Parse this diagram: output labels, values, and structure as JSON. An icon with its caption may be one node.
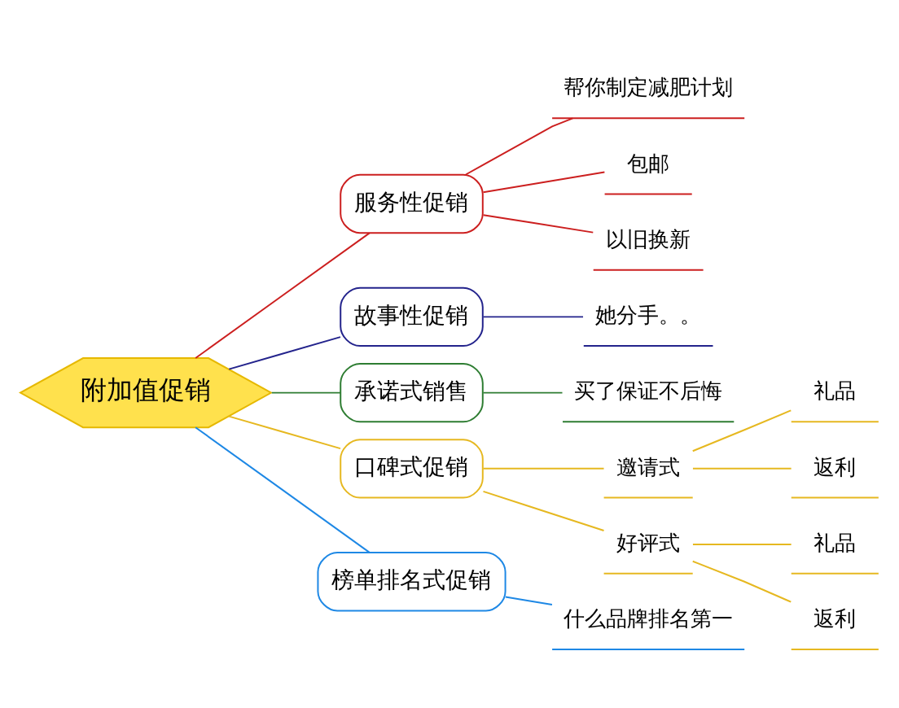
{
  "diagram": {
    "nodes": [
      {
        "text": [
          "附加值促销"
        ]
      },
      {
        "text": [
          "服务性促销"
        ]
      },
      {
        "text": [
          "帮你制定减肥计划"
        ]
      },
      {
        "text": [
          "包邮"
        ]
      },
      {
        "text": [
          "以旧换新"
        ]
      },
      {
        "text": [
          "故事性促销"
        ]
      },
      {
        "text": [
          "她分手。。"
        ]
      },
      {
        "text": [
          "承诺式销售"
        ]
      },
      {
        "text": [
          "买了保证不后悔"
        ]
      },
      {
        "text": [
          "口碑式促销"
        ]
      },
      {
        "text": [
          "邀请式"
        ]
      },
      {
        "text": [
          "礼品"
        ]
      },
      {
        "text": [
          "返利"
        ]
      },
      {
        "text": [
          "好评式"
        ]
      },
      {
        "text": [
          "礼品"
        ]
      },
      {
        "text": [
          "返利"
        ]
      },
      {
        "text": [
          "榜单排名式促销"
        ]
      },
      {
        "text": [
          "什么品牌排名第一"
        ]
      }
    ],
    "edges": [
      {
        "from": 0,
        "to": 1,
        "arrow": "none",
        "color": "#cc1f1f"
      },
      {
        "from": 1,
        "to": 2,
        "arrow": "none",
        "color": "#cc1f1f"
      },
      {
        "from": 1,
        "to": 3,
        "arrow": "none",
        "color": "#cc1f1f"
      },
      {
        "from": 1,
        "to": 4,
        "arrow": "none",
        "color": "#cc1f1f"
      },
      {
        "from": 0,
        "to": 5,
        "arrow": "none",
        "color": "#23238c"
      },
      {
        "from": 5,
        "to": 6,
        "arrow": "none",
        "color": "#23238c"
      },
      {
        "from": 0,
        "to": 7,
        "arrow": "none",
        "color": "#2e7d32"
      },
      {
        "from": 7,
        "to": 8,
        "arrow": "none",
        "color": "#2e7d32"
      },
      {
        "from": 0,
        "to": 9,
        "arrow": "none",
        "color": "#e6b820"
      },
      {
        "from": 9,
        "to": 10,
        "arrow": "none",
        "color": "#e6b820"
      },
      {
        "from": 10,
        "to": 11,
        "arrow": "none",
        "color": "#e6b820"
      },
      {
        "from": 10,
        "to": 12,
        "arrow": "none",
        "color": "#e6b820"
      },
      {
        "from": 9,
        "to": 13,
        "arrow": "none",
        "color": "#e6b820"
      },
      {
        "from": 13,
        "to": 14,
        "arrow": "none",
        "color": "#e6b820"
      },
      {
        "from": 13,
        "to": 15,
        "arrow": "none",
        "color": "#e6b820"
      },
      {
        "from": 0,
        "to": 16,
        "arrow": "none",
        "color": "#1e88e5"
      },
      {
        "from": 16,
        "to": 17,
        "arrow": "none",
        "color": "#1e88e5"
      }
    ]
  }
}
